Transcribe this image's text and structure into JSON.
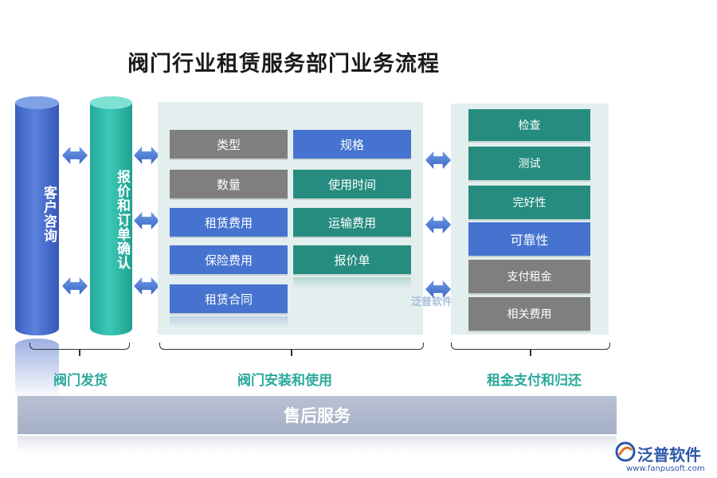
{
  "title": "阀门行业租赁服务部门业务流程",
  "consult": "客户咨询",
  "order_confirm": "报价和订单确认",
  "install_items": [
    {
      "label": "类型",
      "color": "#7f7f7f"
    },
    {
      "label": "规格",
      "color": "#4673cf"
    },
    {
      "label": "数量",
      "color": "#7f7f7f"
    },
    {
      "label": "使用时间",
      "color": "#268c7f"
    },
    {
      "label": "租赁费用",
      "color": "#4673cf"
    },
    {
      "label": "运输费用",
      "color": "#268c7f"
    },
    {
      "label": "保险费用",
      "color": "#4673cf"
    },
    {
      "label": "报价单",
      "color": "#268c7f"
    },
    {
      "label": "租赁合同",
      "color": "#4673cf"
    }
  ],
  "payment_items": [
    {
      "label": "检查",
      "color": "#268c7f"
    },
    {
      "label": "测试",
      "color": "#268c7f"
    },
    {
      "label": "完好性",
      "color": "#268c7f"
    },
    {
      "label": "可靠性",
      "color": "#4673cf"
    },
    {
      "label": "支付租金",
      "color": "#7f7f7f"
    },
    {
      "label": "相关费用",
      "color": "#7f7f7f"
    }
  ],
  "stages": {
    "shipping": "阀门发货",
    "install_use": "阀门安装和使用",
    "payment_return": "租金支付和归还"
  },
  "after_sales": "售后服务",
  "watermark": "泛普软件",
  "logo": {
    "name": "泛普软件",
    "url": "www.fanpusoft.com"
  }
}
